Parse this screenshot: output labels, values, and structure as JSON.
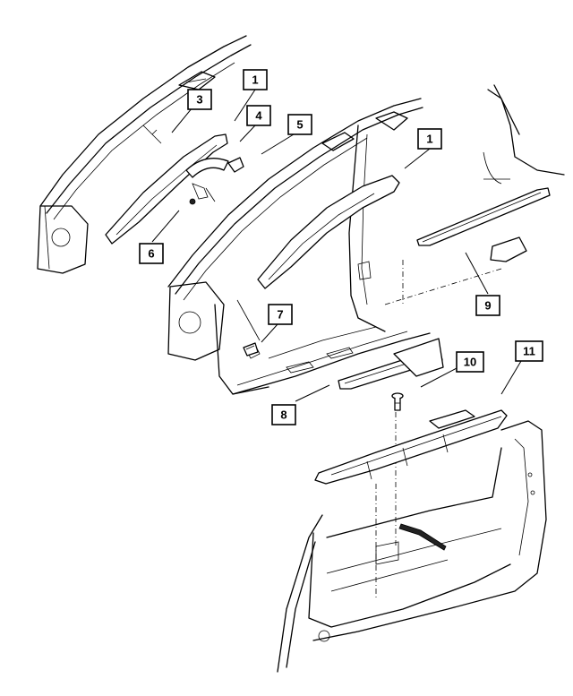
{
  "callouts": [
    {
      "label": "1"
    },
    {
      "label": "1"
    },
    {
      "label": "3"
    },
    {
      "label": "4"
    },
    {
      "label": "5"
    },
    {
      "label": "6"
    },
    {
      "label": "7"
    },
    {
      "label": "8"
    },
    {
      "label": "9"
    },
    {
      "label": "10"
    },
    {
      "label": "11"
    }
  ]
}
